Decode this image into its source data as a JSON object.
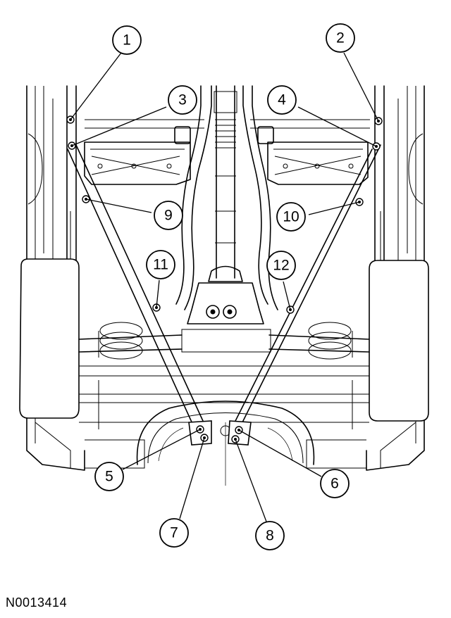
{
  "figure_id": "N0013414",
  "callouts": [
    {
      "label": "1"
    },
    {
      "label": "2"
    },
    {
      "label": "3"
    },
    {
      "label": "4"
    },
    {
      "label": "5"
    },
    {
      "label": "6"
    },
    {
      "label": "7"
    },
    {
      "label": "8"
    },
    {
      "label": "9"
    },
    {
      "label": "10"
    },
    {
      "label": "11"
    },
    {
      "label": "12"
    }
  ]
}
